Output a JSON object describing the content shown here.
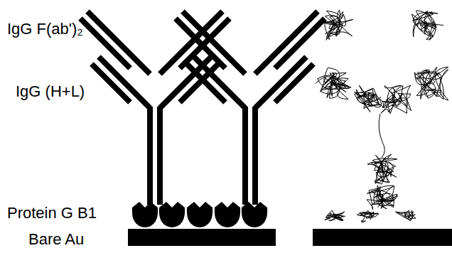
{
  "diagram": {
    "labels": [
      "IgG F(ab')₂",
      "IgG (H+L)",
      "Protein G B1",
      "Bare Au"
    ]
  }
}
